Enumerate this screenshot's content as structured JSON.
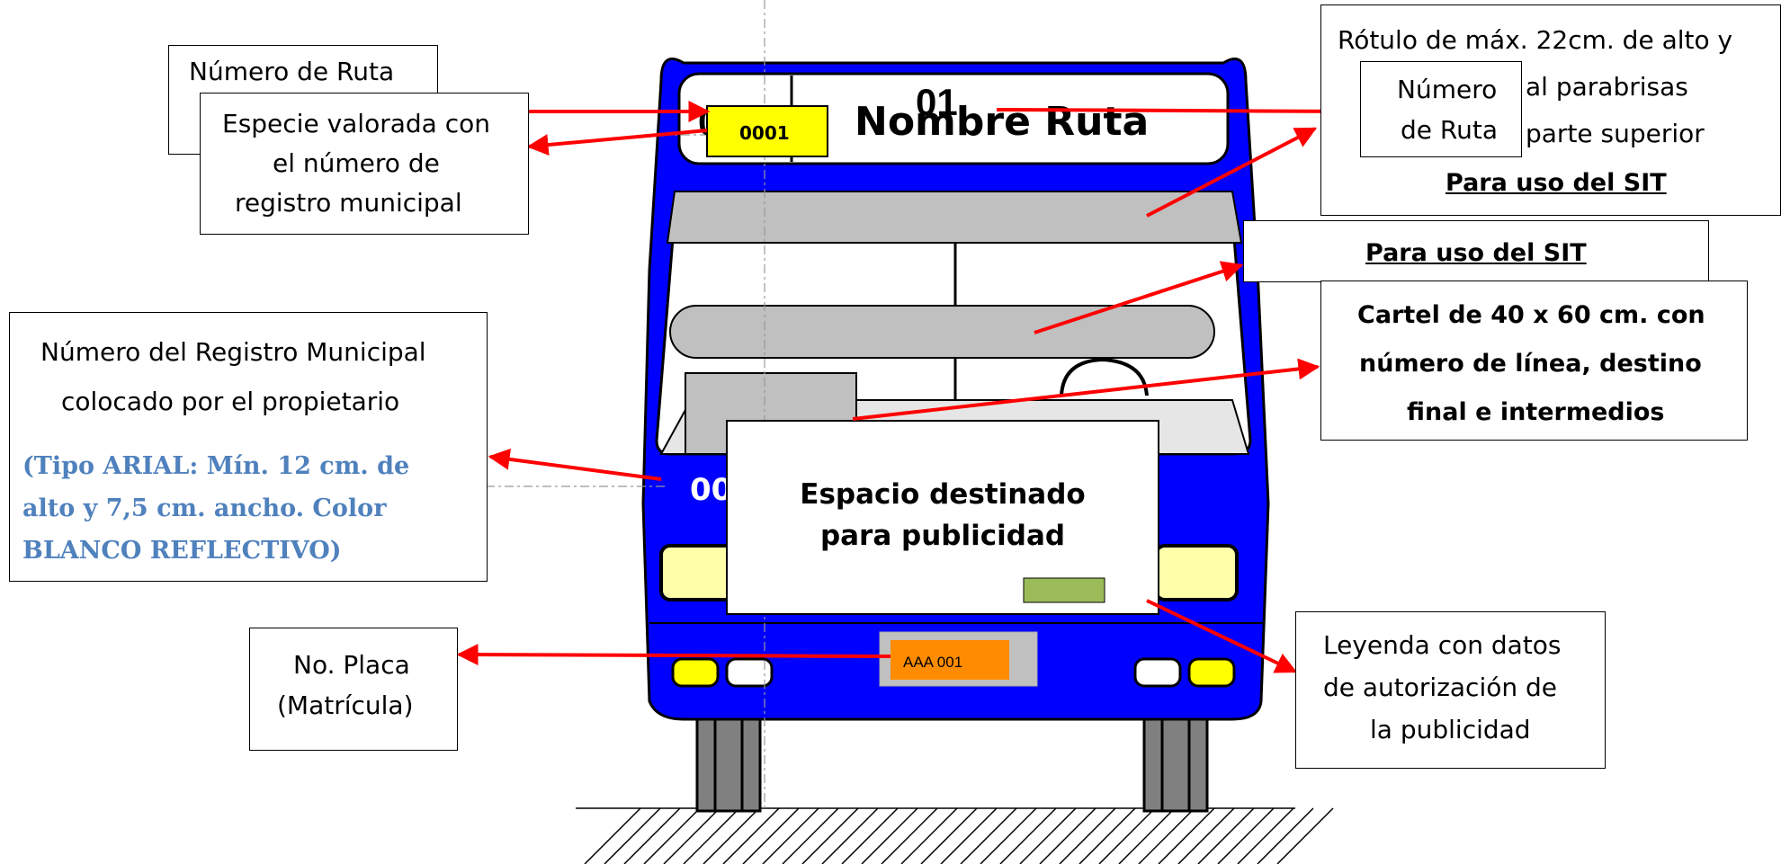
{
  "bus": {
    "route_number_sign": "01",
    "route_name_sign": "Nombre Ruta",
    "route_number_partial": "01",
    "valued_tag": "0001",
    "side_registry_number": "00",
    "ad_space_line1": "Espacio destinado",
    "ad_space_line2": "para publicidad",
    "license_plate": "AAA 001"
  },
  "callouts": {
    "route_number": "Número de Ruta",
    "valued_species": [
      "Especie valorada con",
      "el número de",
      "registro municipal"
    ],
    "roof_sign": [
      "Rótulo de máx. 22cm. de alto y",
      "al parabrisas",
      "parte superior"
    ],
    "roof_sign_sit": "Para uso del SIT",
    "route_number_overlay": [
      "Número",
      "de Ruta"
    ],
    "windshield_sit": "Para uso del SIT",
    "placard": [
      "Cartel de 40 x 60 cm. con",
      "número de línea, destino",
      "final e intermedios"
    ],
    "registry": [
      "Número del Registro Municipal",
      "colocado por el propietario"
    ],
    "registry_note": [
      "(Tipo ARIAL: Mín. 12 cm. de",
      "alto y 7,5 cm. ancho. Color",
      "BLANCO REFLECTIVO)"
    ],
    "plate": [
      "No. Placa",
      "(Matrícula)"
    ],
    "ad_legend": [
      "Leyenda con datos",
      "de autorización de",
      "la publicidad"
    ]
  },
  "colors": {
    "bus_body": "#0000ff",
    "arrow": "#ff0000",
    "tag_yellow": "#ffff00",
    "plate_orange": "#ff8c00",
    "legend_green": "#9bbb59",
    "note_blue": "#4f81bd",
    "panel_gray": "#c0c0c0"
  }
}
